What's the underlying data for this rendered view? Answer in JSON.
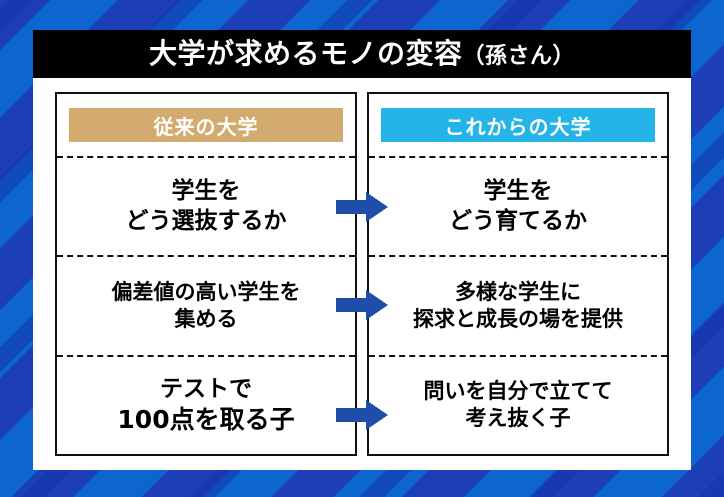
{
  "title": {
    "main": "大学が求めるモノの変容",
    "paren": "（孫さん）"
  },
  "colors": {
    "background_blue": "#0d66d0",
    "background_blue_dark": "#1d3fb5",
    "title_bar": "#000000",
    "panel": "#ffffff",
    "legacy_chip": "#d4ab6e",
    "future_chip": "#24b4e8",
    "arrow": "#1f4ea8",
    "text": "#000000"
  },
  "columns": [
    {
      "id": "legacy",
      "header": "従来の大学",
      "rows": [
        {
          "lines": [
            "学生を",
            "どう選抜するか"
          ]
        },
        {
          "lines": [
            "偏差値の高い学生を",
            "集める"
          ]
        },
        {
          "lines": [
            "テストで",
            "100点を取る子"
          ]
        }
      ]
    },
    {
      "id": "future",
      "header": "これからの大学",
      "rows": [
        {
          "lines": [
            "学生を",
            "どう育てるか"
          ]
        },
        {
          "lines": [
            "多様な学生に",
            "探求と成長の場を提供"
          ]
        },
        {
          "lines": [
            "問いを自分で立てて",
            "考え抜く子"
          ]
        }
      ]
    }
  ],
  "arrows": [
    {
      "name": "row-1-transition-arrow",
      "direction": "right"
    },
    {
      "name": "row-2-transition-arrow",
      "direction": "right"
    },
    {
      "name": "row-3-transition-arrow",
      "direction": "right"
    }
  ]
}
